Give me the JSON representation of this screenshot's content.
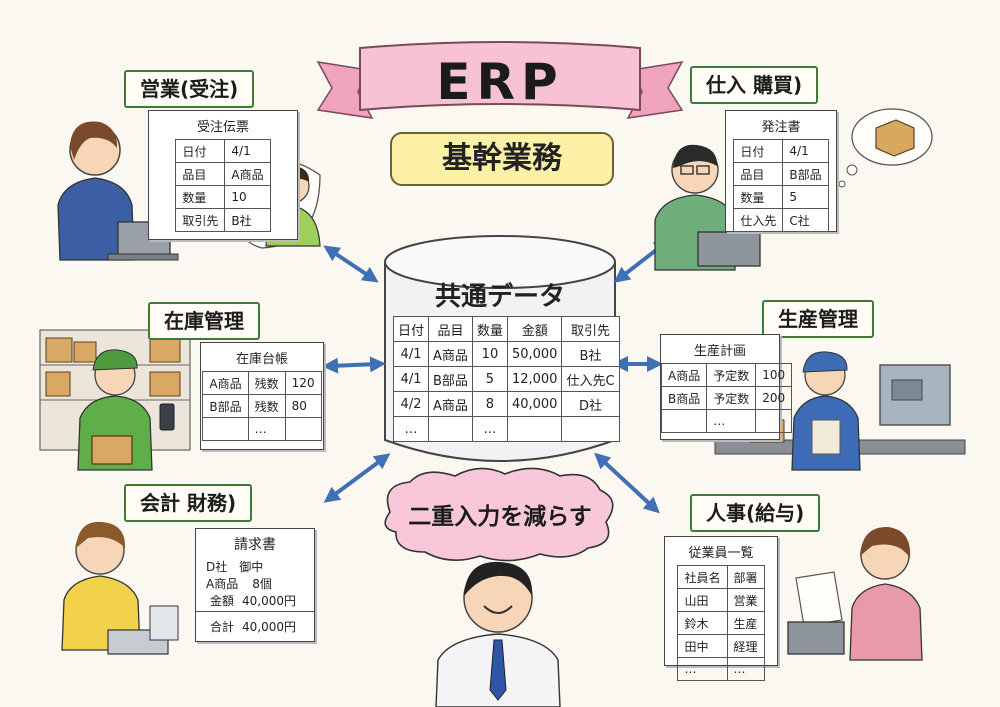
{
  "banner": {
    "title": "ERP",
    "subtitle": "基幹業務"
  },
  "database": {
    "title": "共通データ",
    "headers": [
      "日付",
      "品目",
      "数量",
      "金額",
      "取引先"
    ],
    "rows": [
      [
        "4/1",
        "A商品",
        "10",
        "50,000",
        "B社"
      ],
      [
        "4/1",
        "B部品",
        "5",
        "12,000",
        "仕入先C"
      ],
      [
        "4/2",
        "A商品",
        "8",
        "40,000",
        "D社"
      ],
      [
        "…",
        "",
        "…",
        "",
        ""
      ]
    ]
  },
  "sales": {
    "label": "営業(受注)",
    "doc_title": "受注伝票",
    "rows": [
      [
        "日付",
        "4/1"
      ],
      [
        "品目",
        "A商品"
      ],
      [
        "数量",
        "10"
      ],
      [
        "取引先",
        "B社"
      ]
    ]
  },
  "purchasing": {
    "label": "仕入 購買)",
    "doc_title": "発注書",
    "rows": [
      [
        "日付",
        "4/1"
      ],
      [
        "品目",
        "B部品"
      ],
      [
        "数量",
        "5"
      ],
      [
        "仕入先",
        "C社"
      ]
    ]
  },
  "inventory": {
    "label": "在庫管理",
    "doc_title": "在庫台帳",
    "rows": [
      [
        "A商品",
        "残数",
        "120"
      ],
      [
        "B部品",
        "残数",
        "80"
      ],
      [
        "",
        "…",
        ""
      ]
    ]
  },
  "production": {
    "label": "生産管理",
    "doc_title": "生産計画",
    "rows": [
      [
        "A商品",
        "予定数",
        "100"
      ],
      [
        "B商品",
        "予定数",
        "200"
      ],
      [
        "",
        "…",
        ""
      ]
    ]
  },
  "accounting": {
    "label": "会計 財務)",
    "doc_title": "請求書",
    "addressee": "D社　御中",
    "item": "A商品",
    "qty": "8個",
    "amount_label": "金額",
    "amount": "40,000円",
    "total_label": "合計",
    "total": "40,000円"
  },
  "hr": {
    "label": "人事(給与)",
    "doc_title": "従業員一覧",
    "rows": [
      [
        "社員名",
        "部署"
      ],
      [
        "山田",
        "営業"
      ],
      [
        "鈴木",
        "生産"
      ],
      [
        "田中",
        "経理"
      ],
      [
        "…",
        "…"
      ]
    ]
  },
  "message": {
    "text": "二重入力を減らす"
  },
  "colors": {
    "arrow": "#3f6fb4",
    "label_border": "#3f7a3a",
    "ribbon": "#f5b8cc",
    "subtitle_bg": "#fbf0a6",
    "bubble": "#f8c8da"
  }
}
